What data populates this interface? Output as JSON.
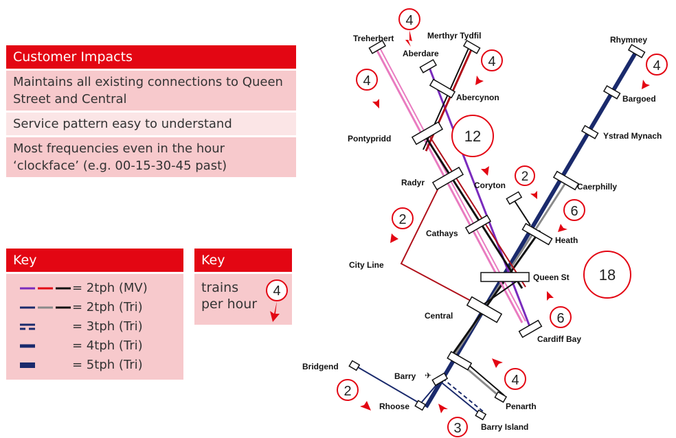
{
  "impacts": {
    "heading": "Customer Impacts",
    "rows": [
      "Maintains all existing connections to Queen Street and Central",
      "Service pattern easy to understand",
      "Most frequencies even in the hour ‘clockface’ (e.g. 00-15-30-45 past)"
    ]
  },
  "key_lines": {
    "heading": "Key",
    "items": [
      {
        "label": "= 2tph (MV)"
      },
      {
        "label": "= 2tph (Tri)"
      },
      {
        "label": "= 3tph (Tri)"
      },
      {
        "label": "= 4tph (Tri)"
      },
      {
        "label": "= 5tph (Tri)"
      }
    ]
  },
  "key_freq": {
    "heading": "Key",
    "text_line1": "trains",
    "text_line2": "per hour",
    "example": "4"
  },
  "stations": {
    "treherbert": "Treherbert",
    "merthyr": "Merthyr Tydfil",
    "aberdare": "Aberdare",
    "abercynon": "Abercynon",
    "pontypridd": "Pontypridd",
    "radyr": "Radyr",
    "coryton": "Coryton",
    "cathays": "Cathays",
    "city_line": "City Line",
    "central": "Central",
    "queen_st": "Queen St",
    "heath": "Heath",
    "caerphilly": "Caerphilly",
    "ystrad": "Ystrad Mynach",
    "bargoed": "Bargoed",
    "rhymney": "Rhymney",
    "cardiff_bay": "Cardiff Bay",
    "penarth": "Penarth",
    "barry": "Barry",
    "barry_island": "Barry Island",
    "rhoose": "Rhoose",
    "bridgend": "Bridgend"
  },
  "freq": {
    "merthyr": "4",
    "abercynon": "4",
    "treherbert": "4",
    "pontypridd": "12",
    "rhymney": "4",
    "coryton": "2",
    "heath": "6",
    "city_line": "2",
    "queen_st": "18",
    "cardiff_bay": "6",
    "penarth": "4",
    "rhoose": "2",
    "barry_island": "3"
  },
  "colors": {
    "accent_red": "#e30613",
    "key_bg": "#f7c9cc",
    "key_bg_light": "#fbe5e6",
    "navy": "#1a2a6c",
    "purple": "#7a2bbd",
    "pink": "#e97bc0",
    "grey": "#8a8a8a",
    "black": "#111111",
    "maroon": "#b0101a"
  },
  "icons": {
    "plane": "airplane-icon"
  }
}
